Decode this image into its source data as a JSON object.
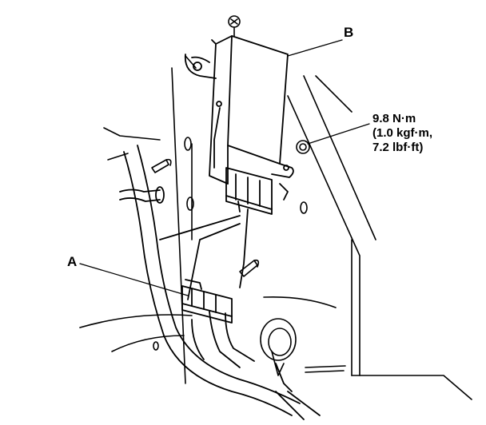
{
  "labels": {
    "a": "A",
    "b": "B",
    "torque_line1": "9.8 N·m",
    "torque_line2": "(1.0 kgf·m,",
    "torque_line3": "7.2 lbf·ft)"
  },
  "colors": {
    "stroke": "#000000",
    "background": "#ffffff"
  }
}
